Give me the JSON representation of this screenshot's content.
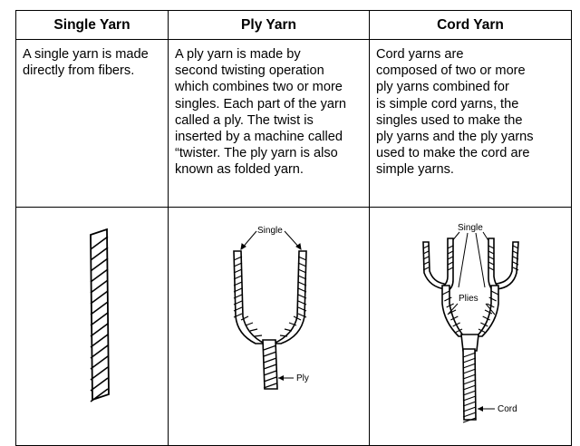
{
  "headers": [
    "Single Yarn",
    "Ply Yarn",
    "Cord Yarn"
  ],
  "descriptions": [
    "A single yarn is made\ndirectly from fibers.",
    "A ply yarn is made by\nsecond twisting operation\nwhich combines two or more\nsingles. Each part of the yarn\ncalled a ply. The twist is\ninserted by a machine called\n“twister. The ply yarn is also\nknown as  folded yarn.",
    "Cord yarns are\ncomposed of two or more\nply  yarns combined for\nis simple cord yarns, the\nsingles used to make the\nply yarns and the ply yarns\nused to make the cord are\nsimple yarns."
  ],
  "diagram_labels": {
    "ply": {
      "single": "Single",
      "ply": "Ply"
    },
    "cord": {
      "single": "Single",
      "plies": "Plies",
      "cord": "Cord"
    }
  }
}
